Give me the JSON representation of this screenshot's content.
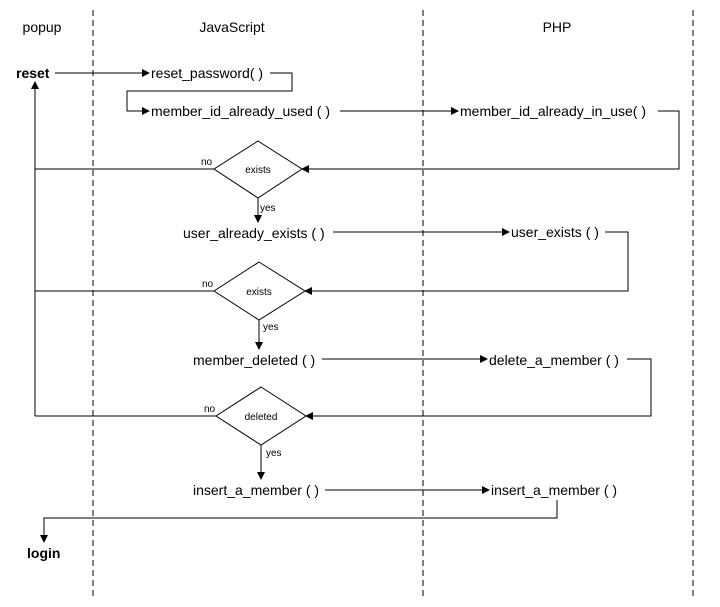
{
  "lanes": {
    "popup": "popup",
    "javascript": "JavaScript",
    "php": "PHP"
  },
  "popup_nodes": {
    "reset": "reset",
    "login": "login"
  },
  "js_functions": {
    "reset_password": "reset_password( )",
    "member_id_already_used": "member_id_already_used ( )",
    "user_already_exists": "user_already_exists ( )",
    "member_deleted": "member_deleted ( )",
    "insert_a_member": "insert_a_member ( )"
  },
  "php_functions": {
    "member_id_already_in_use": "member_id_already_in_use( )",
    "user_exists": "user_exists ( )",
    "delete_a_member": "delete_a_member ( )",
    "insert_a_member": "insert_a_member ( )"
  },
  "decisions": {
    "d1": {
      "label": "exists",
      "no": "no",
      "yes": "yes"
    },
    "d2": {
      "label": "exists",
      "no": "no",
      "yes": "yes"
    },
    "d3": {
      "label": "deleted",
      "no": "no",
      "yes": "yes"
    }
  }
}
